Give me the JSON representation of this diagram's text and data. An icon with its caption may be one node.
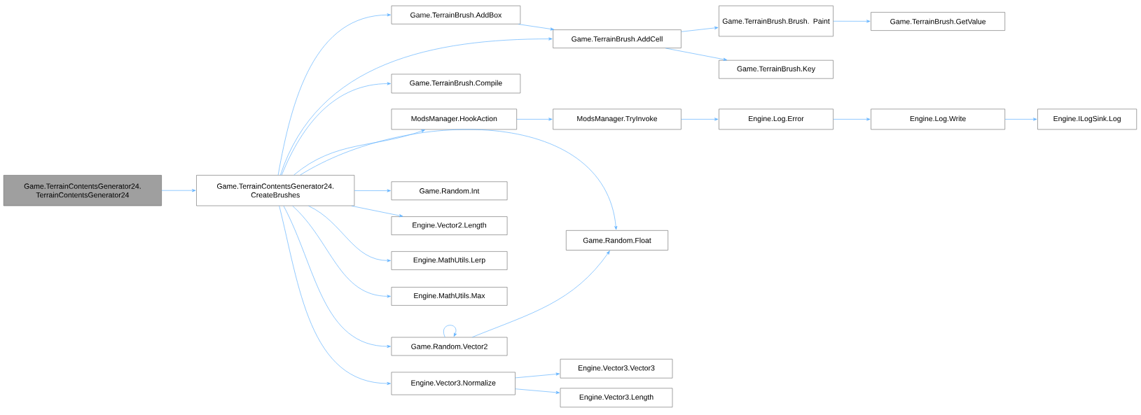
{
  "diagram": {
    "nodes": [
      {
        "text": [
          "Game.TerrainContentsGenerator24. TerrainContentsGenerator24"
        ]
      },
      {
        "text": [
          "Game.TerrainContentsGenerator24. CreateBrushes"
        ]
      },
      {
        "text": [
          "Game.TerrainBrush.AddBox"
        ]
      },
      {
        "text": [
          "Game.TerrainBrush.AddCell"
        ]
      },
      {
        "text": [
          "Game.TerrainBrush.Brush. Paint"
        ]
      },
      {
        "text": [
          "Game.TerrainBrush.GetValue"
        ]
      },
      {
        "text": [
          "Game.TerrainBrush.Key"
        ]
      },
      {
        "text": [
          "Game.TerrainBrush.Compile"
        ]
      },
      {
        "text": [
          "ModsManager.HookAction"
        ]
      },
      {
        "text": [
          "ModsManager.TryInvoke"
        ]
      },
      {
        "text": [
          "Engine.Log.Error"
        ]
      },
      {
        "text": [
          "Engine.Log.Write"
        ]
      },
      {
        "text": [
          "Engine.ILogSink.Log"
        ]
      },
      {
        "text": [
          "Game.Random.Int"
        ]
      },
      {
        "text": [
          "Engine.Vector2.Length"
        ]
      },
      {
        "text": [
          "Game.Random.Float"
        ]
      },
      {
        "text": [
          "Engine.MathUtils.Lerp"
        ]
      },
      {
        "text": [
          "Engine.MathUtils.Max"
        ]
      },
      {
        "text": [
          "Game.Random.Vector2"
        ]
      },
      {
        "text": [
          "Engine.Vector3.Normalize"
        ]
      },
      {
        "text": [
          "Engine.Vector3.Vector3"
        ]
      },
      {
        "text": [
          "Engine.Vector3.Length"
        ]
      }
    ],
    "edges": [
      {
        "from": 0,
        "to": 1,
        "arrow": "to"
      },
      {
        "from": 1,
        "to": 2,
        "arrow": "to"
      },
      {
        "from": 1,
        "to": 3,
        "arrow": "to"
      },
      {
        "from": 1,
        "to": 7,
        "arrow": "to"
      },
      {
        "from": 1,
        "to": 8,
        "arrow": "to"
      },
      {
        "from": 1,
        "to": 15,
        "arrow": "to"
      },
      {
        "from": 1,
        "to": 13,
        "arrow": "to"
      },
      {
        "from": 1,
        "to": 14,
        "arrow": "to"
      },
      {
        "from": 1,
        "to": 16,
        "arrow": "to"
      },
      {
        "from": 1,
        "to": 17,
        "arrow": "to"
      },
      {
        "from": 1,
        "to": 18,
        "arrow": "to"
      },
      {
        "from": 1,
        "to": 19,
        "arrow": "to"
      },
      {
        "from": 2,
        "to": 3,
        "arrow": "to"
      },
      {
        "from": 3,
        "to": 4,
        "arrow": "to"
      },
      {
        "from": 3,
        "to": 6,
        "arrow": "to"
      },
      {
        "from": 4,
        "to": 5,
        "arrow": "to"
      },
      {
        "from": 8,
        "to": 9,
        "arrow": "to"
      },
      {
        "from": 9,
        "to": 10,
        "arrow": "to"
      },
      {
        "from": 10,
        "to": 11,
        "arrow": "to"
      },
      {
        "from": 11,
        "to": 12,
        "arrow": "to"
      },
      {
        "from": 18,
        "to": 18,
        "arrow": "to"
      },
      {
        "from": 18,
        "to": 15,
        "arrow": "to"
      },
      {
        "from": 19,
        "to": 20,
        "arrow": "to"
      },
      {
        "from": 19,
        "to": 21,
        "arrow": "to"
      }
    ]
  }
}
